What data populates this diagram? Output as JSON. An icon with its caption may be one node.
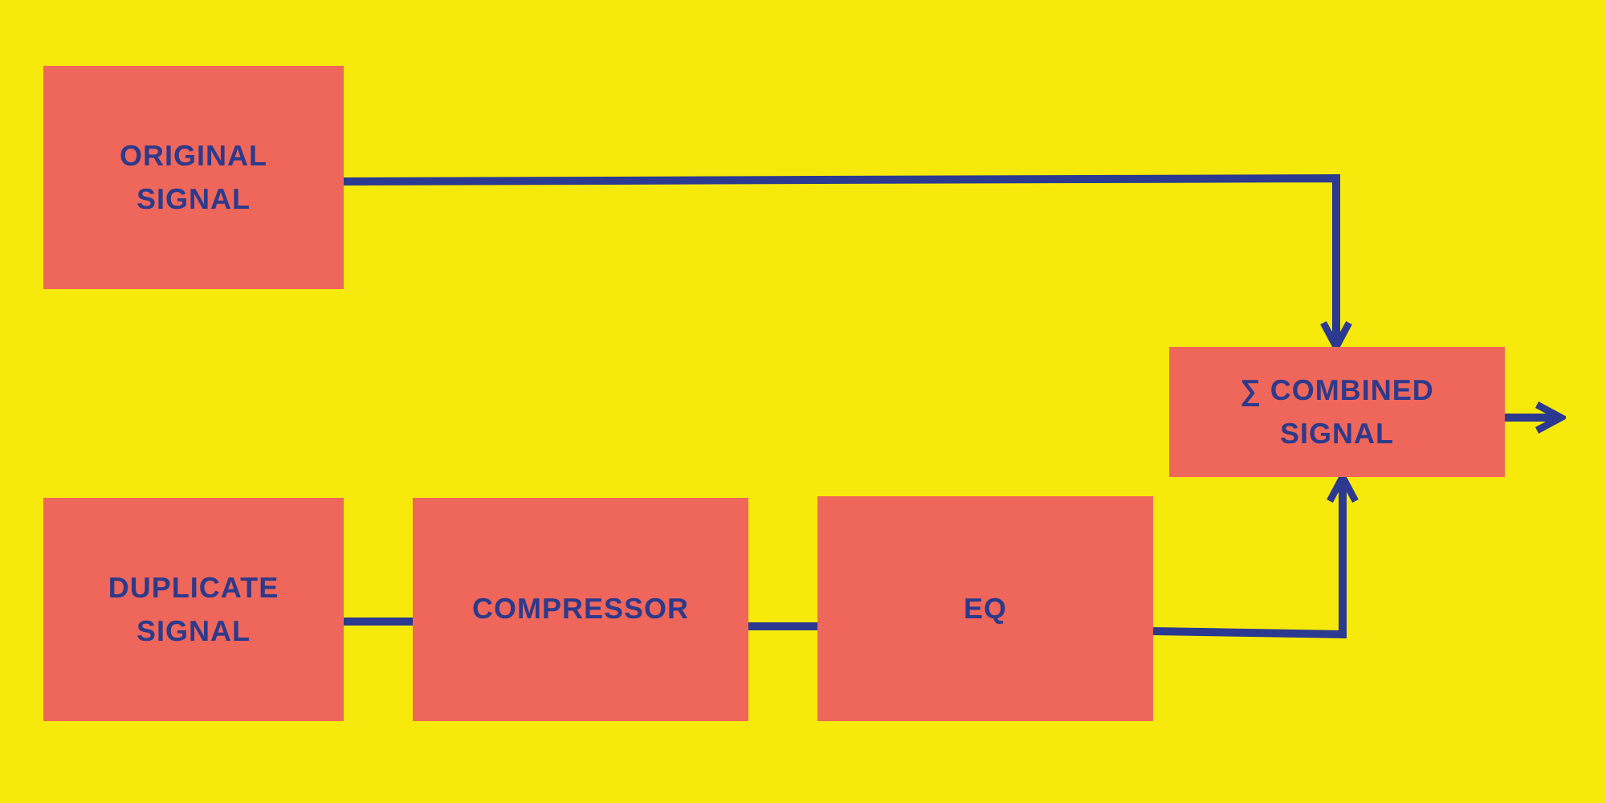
{
  "diagram": {
    "nodes": [
      {
        "text": [
          "ORIGINAL SIGNAL"
        ]
      },
      {
        "text": [
          "∑ COMBINED SIGNAL"
        ]
      },
      {
        "text": [
          "DUPLICATE SIGNAL"
        ]
      },
      {
        "text": [
          "COMPRESSOR"
        ]
      },
      {
        "text": [
          "EQ"
        ]
      }
    ],
    "edges": [
      {
        "from": 0,
        "to": 1,
        "arrow": "to"
      },
      {
        "from": 2,
        "to": 3,
        "arrow": "none"
      },
      {
        "from": 3,
        "to": 4,
        "arrow": "none"
      },
      {
        "from": 4,
        "to": 1,
        "arrow": "to"
      },
      {
        "from": 1,
        "to": null,
        "arrow": "to"
      }
    ]
  }
}
